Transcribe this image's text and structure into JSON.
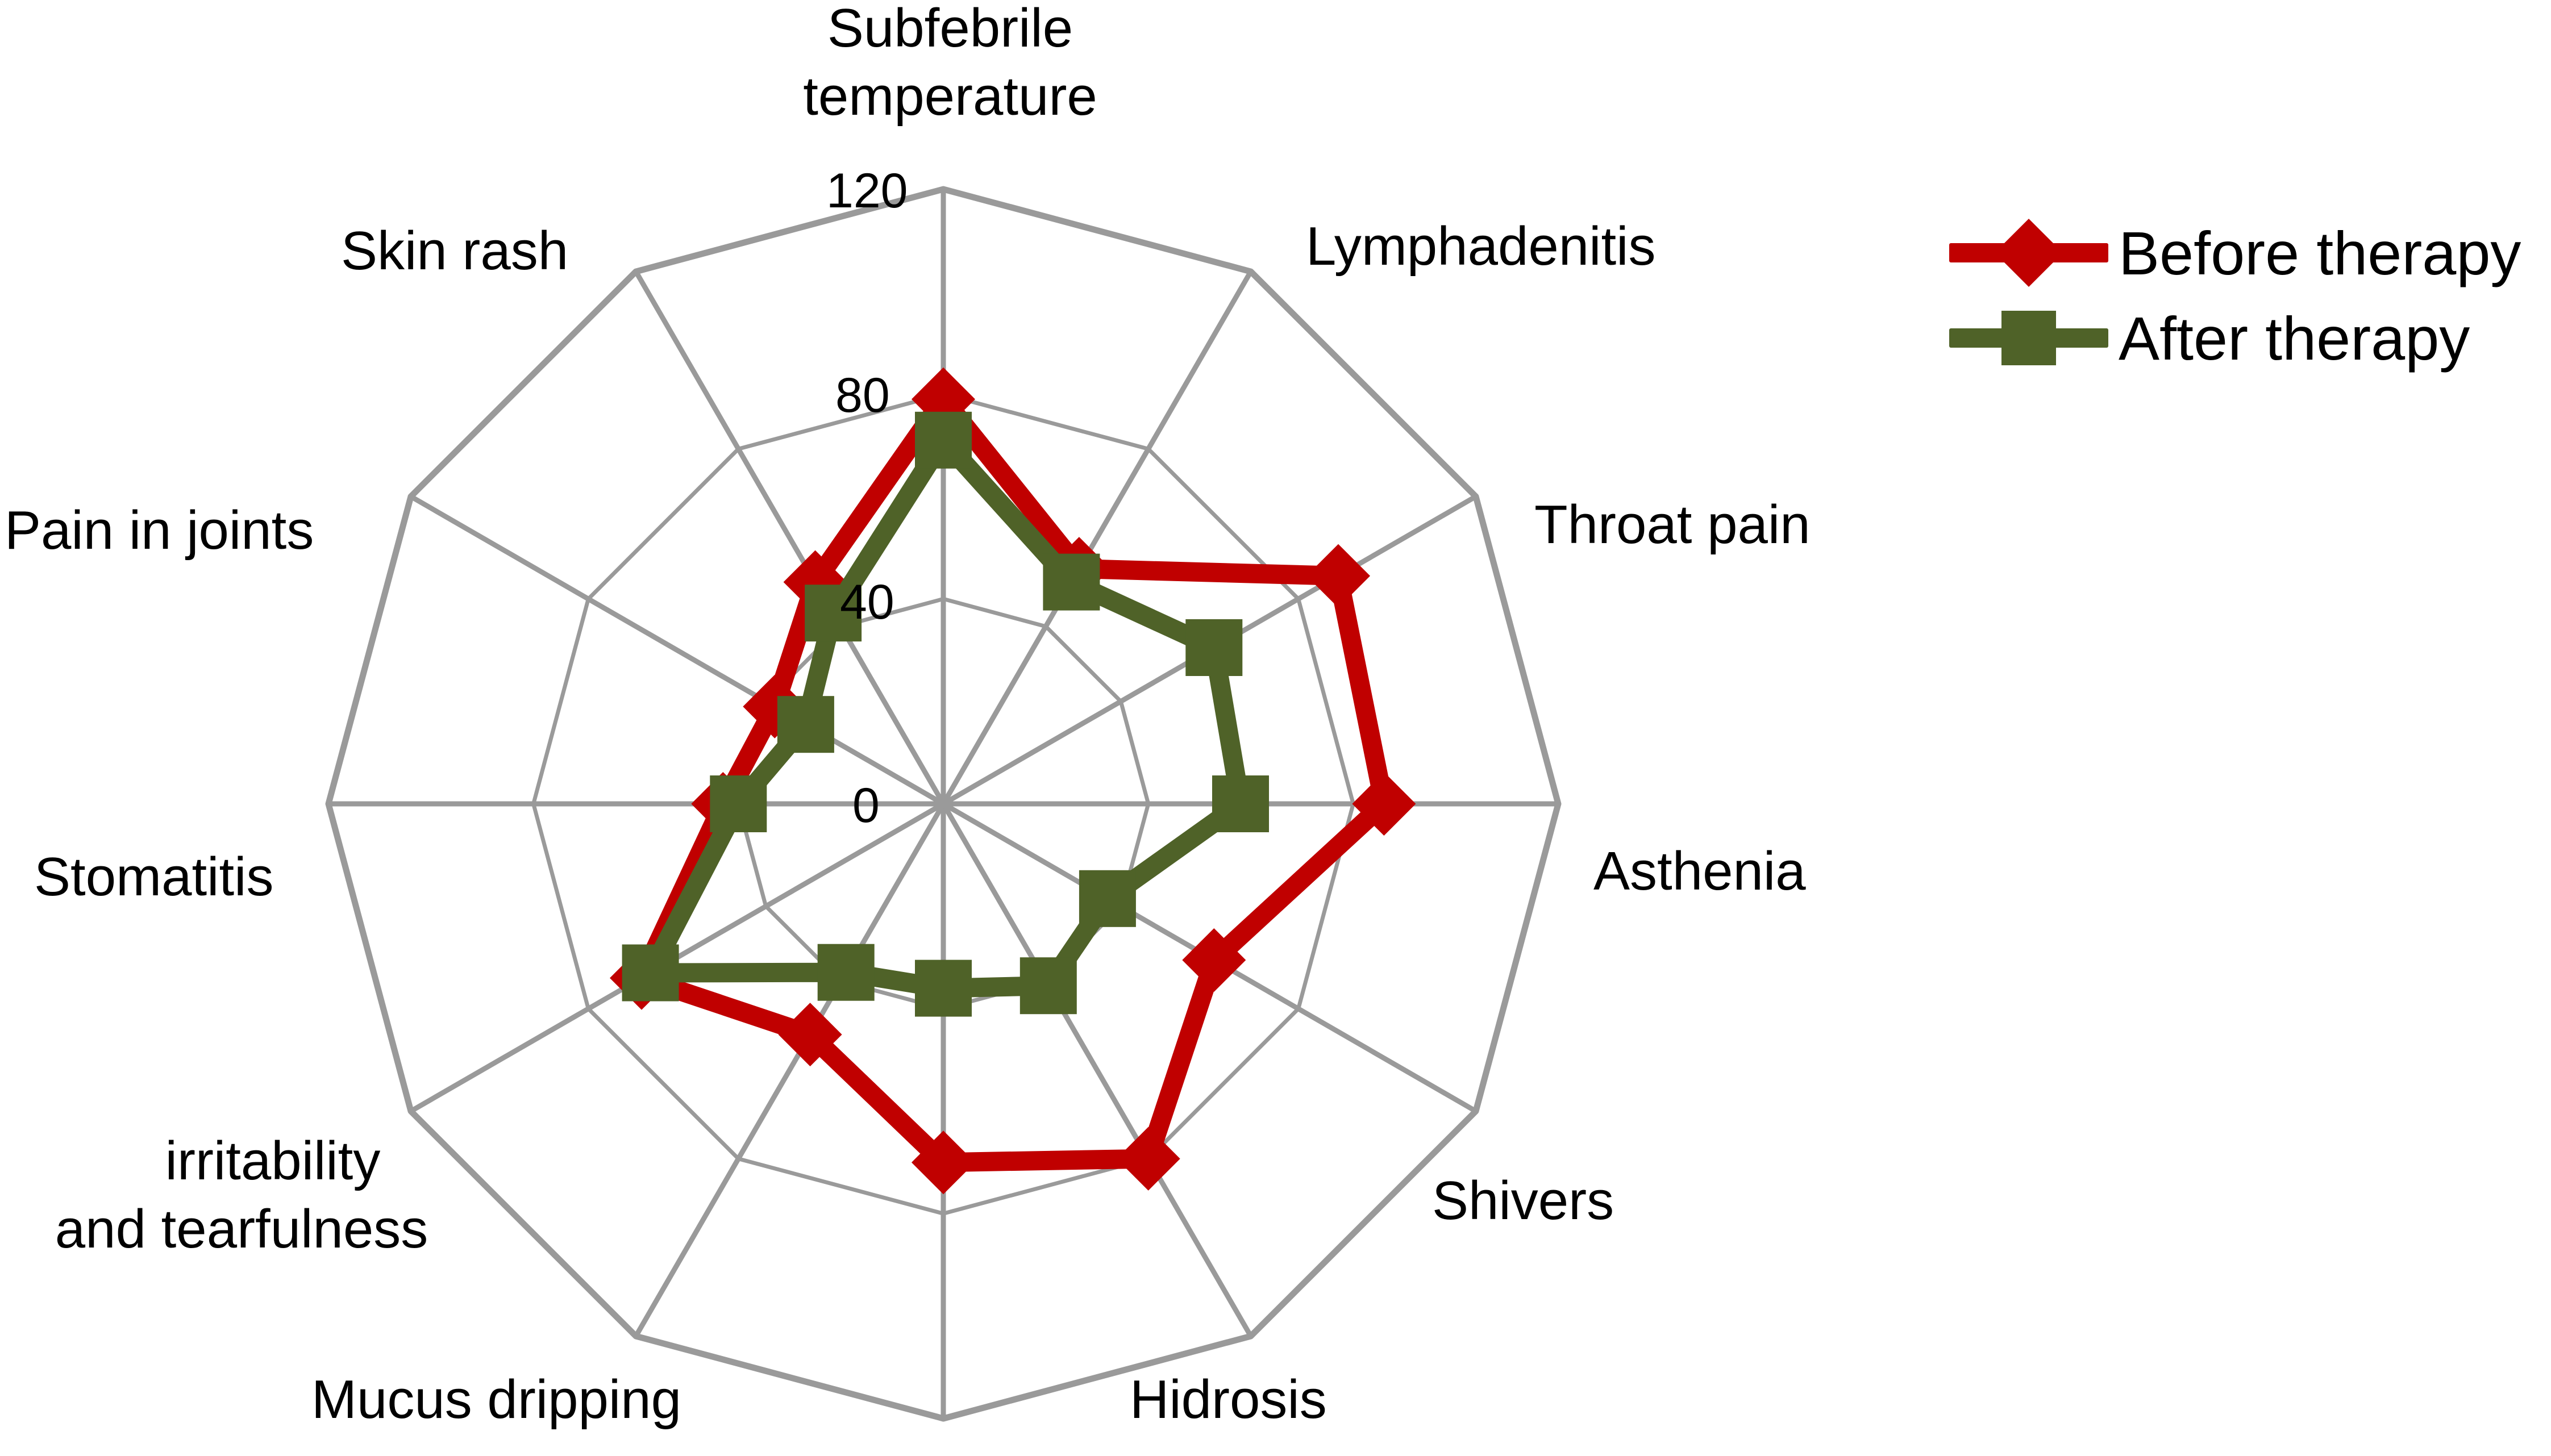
{
  "chart_data": {
    "type": "radar",
    "title": "",
    "categories": [
      "Subfebrile temperature",
      "Lymphadenitis",
      "Throat pain",
      "Asthenia",
      "Shivers",
      "Hidrosis",
      "",
      "Mucus dripping",
      "irritability and tearfulness",
      "Stomatitis",
      "Pain in joints",
      "Skin rash"
    ],
    "tick_labels": [
      "0",
      "40",
      "80",
      "120"
    ],
    "ticks": [
      0,
      40,
      80,
      120
    ],
    "rlim": [
      0,
      120
    ],
    "grid": true,
    "legend_position": "right",
    "series": [
      {
        "name": "Before therapy",
        "color": "#C00000",
        "marker": "diamond",
        "values": [
          79,
          53,
          89,
          86,
          61,
          80,
          70,
          52,
          68,
          43,
          38,
          50
        ]
      },
      {
        "name": "After therapy",
        "color": "#4F6228",
        "marker": "square",
        "values": [
          71,
          50,
          61,
          58,
          37,
          41,
          36,
          38,
          66,
          40,
          31,
          43
        ]
      }
    ]
  },
  "legend": {
    "items": [
      {
        "label": "Before therapy",
        "color": "#C00000",
        "marker": "diamond-icon"
      },
      {
        "label": "After therapy",
        "color": "#4F6228",
        "marker": "square-icon"
      }
    ]
  },
  "labels": {
    "subfebrile_line1": "Subfebrile",
    "subfebrile_line2": "temperature",
    "lymphadenitis": "Lymphadenitis",
    "throat_pain": "Throat pain",
    "asthenia": "Asthenia",
    "shivers": "Shivers",
    "hidrosis": "Hidrosis",
    "mucus_dripping": "Mucus dripping",
    "irritability_line1": "irritability",
    "irritability_line2": "and tearfulness",
    "stomatitis": "Stomatitis",
    "pain_in_joints": "Pain in joints",
    "skin_rash": "Skin rash"
  },
  "axis": {
    "tick_0": "0",
    "tick_40": "40",
    "tick_80": "80",
    "tick_120": "120"
  },
  "colors": {
    "before": "#C00000",
    "after": "#4F6228",
    "grid": "#9A9A9A",
    "text": "#000000",
    "background": "#FFFFFF"
  }
}
